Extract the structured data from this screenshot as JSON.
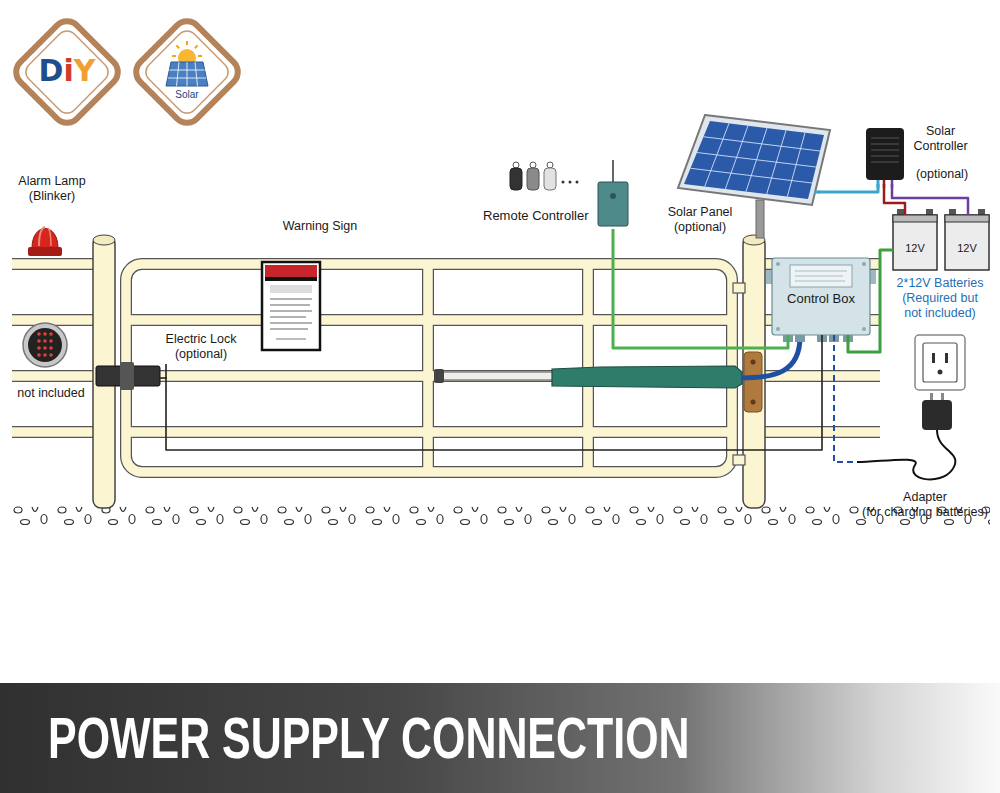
{
  "diagram": {
    "title": "POWER SUPPLY CONNECTION",
    "nodes": [
      {
        "text": [
          "Alarm Lamp (Blinker)"
        ]
      },
      {
        "text": [
          "not included"
        ]
      },
      {
        "text": [
          "Electric Lock (optional)"
        ]
      },
      {
        "text": [
          "Warning Sign"
        ]
      },
      {
        "text": [
          "Remote Controller"
        ]
      },
      {
        "text": [
          "Solar Panel (optional)"
        ]
      },
      {
        "text": [
          "Solar Controller",
          "(optional)"
        ]
      },
      {
        "text": [
          "Control Box"
        ]
      },
      {
        "text": [
          "2*12V Batteries (Required but not included)"
        ]
      },
      {
        "text": [
          "12V"
        ],
        "in": 8
      },
      {
        "text": [
          "12V"
        ],
        "in": 8
      },
      {
        "text": [
          "Adapter",
          "(for charging batteries)"
        ]
      }
    ],
    "edges": [
      {
        "from": 4,
        "to": 7,
        "arrow": "none"
      },
      {
        "from": 5,
        "to": 6,
        "arrow": "none"
      },
      {
        "from": 6,
        "to": 9,
        "arrow": "none"
      },
      {
        "from": 6,
        "to": 10,
        "arrow": "none"
      },
      {
        "from": 7,
        "to": 9,
        "arrow": "none"
      },
      {
        "from": 7,
        "to": 11,
        "arrow": "none"
      },
      {
        "from": 2,
        "to": 7,
        "arrow": "none"
      }
    ],
    "labels": [
      "DiY",
      "Solar"
    ]
  }
}
